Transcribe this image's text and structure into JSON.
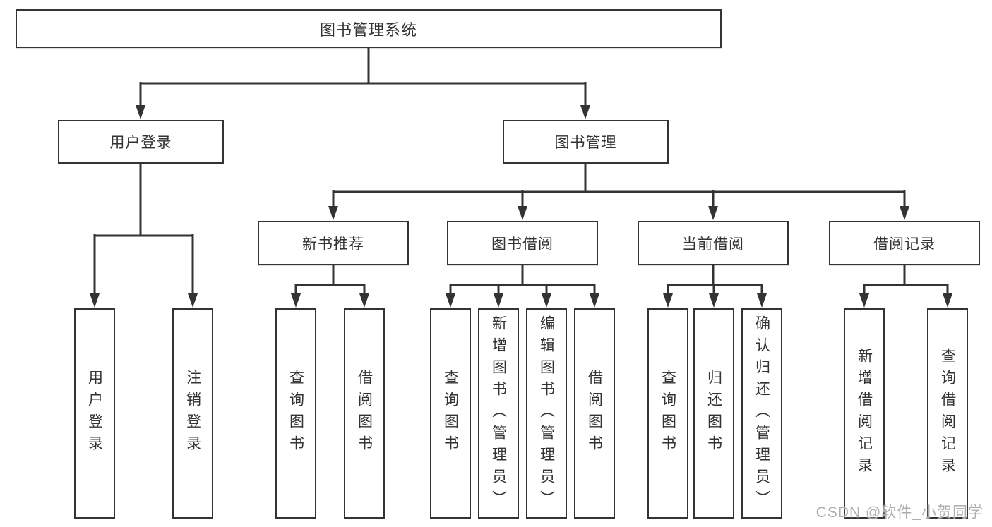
{
  "diagram": {
    "root": {
      "label": "图书管理系统"
    },
    "level2": [
      {
        "label": "用户登录"
      },
      {
        "label": "图书管理"
      }
    ],
    "level3": [
      {
        "label": "新书推荐"
      },
      {
        "label": "图书借阅"
      },
      {
        "label": "当前借阅"
      },
      {
        "label": "借阅记录"
      }
    ],
    "leaves": [
      {
        "label": "用户登录"
      },
      {
        "label": "注销登录"
      },
      {
        "label": "查询图书"
      },
      {
        "label": "借阅图书"
      },
      {
        "label": "查询图书"
      },
      {
        "label": "新增图书（管理员）"
      },
      {
        "label": "编辑图书（管理员）"
      },
      {
        "label": "借阅图书"
      },
      {
        "label": "查询图书"
      },
      {
        "label": "归还图书"
      },
      {
        "label": "确认归还（管理员）"
      },
      {
        "label": "新增借阅记录"
      },
      {
        "label": "查询借阅记录"
      }
    ],
    "colors": {
      "line": "#333333",
      "text": "#333333",
      "background": "#ffffff",
      "watermark": "#aeaeae"
    }
  },
  "watermark": {
    "text": "CSDN @软件_小贺同学"
  }
}
